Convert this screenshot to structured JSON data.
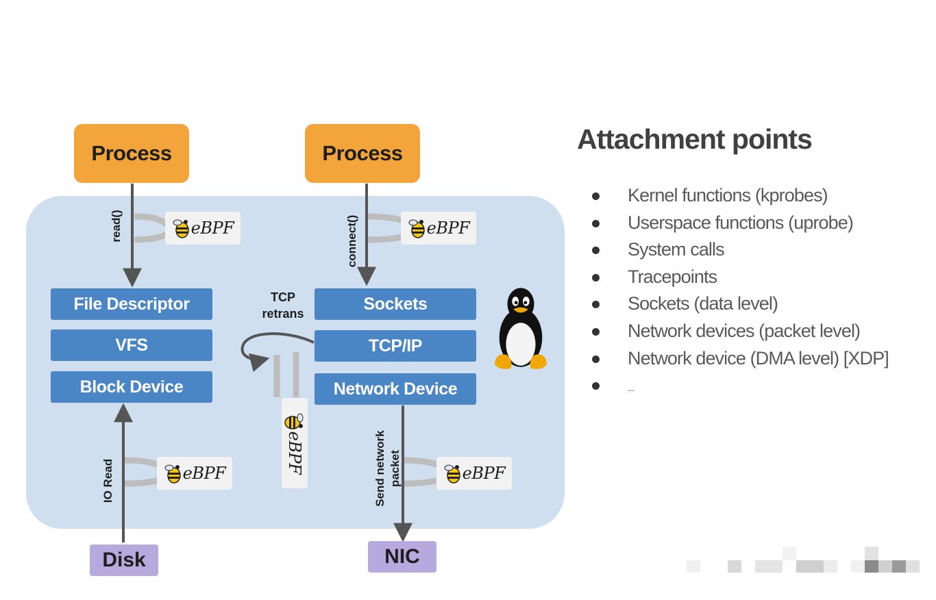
{
  "diagram": {
    "left_process": "Process",
    "right_process": "Process",
    "left_call": "read()",
    "right_call": "connect()",
    "left_stack": [
      "File Descriptor",
      "VFS",
      "Block Device"
    ],
    "right_stack": [
      "Sockets",
      "TCP/IP",
      "Network Device"
    ],
    "retrans_label": "TCP\nretrans",
    "io_label": "IO Read",
    "send_label": "Send network\npacket",
    "disk": "Disk",
    "nic": "NIC",
    "ebpf_label": "eBPF",
    "penguin_icon": "linux-tux-icon",
    "colors": {
      "process": "#f3a53c",
      "layer": "#4a86c5",
      "kernel_area": "#cfdff0",
      "hardware": "#b6a9de",
      "arrow": "#555555"
    }
  },
  "panel": {
    "title": "Attachment points",
    "points": [
      "Kernel functions (kprobes)",
      "Userspace functions (uprobe)",
      "System calls",
      "Tracepoints",
      "Sockets (data level)",
      "Network devices (packet level)",
      "Network device (DMA level) [XDP]",
      "..."
    ]
  }
}
